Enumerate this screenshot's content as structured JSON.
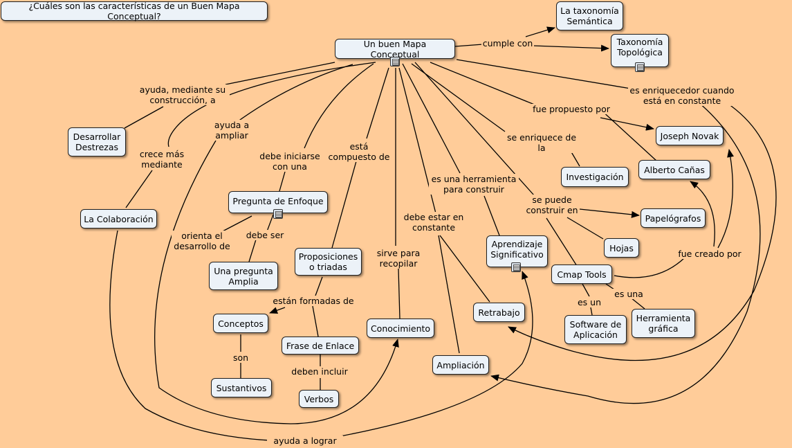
{
  "title": "¿Cuáles son las características de un Buen Mapa Conceptual?",
  "concepts": {
    "main": "Un buen Mapa Conceptual",
    "tax_sem": "La taxonomía\nSemántica",
    "tax_top": "Taxonomía\nTopológica",
    "joseph": "Joseph Novak",
    "alberto": "Alberto Cañas",
    "investigacion": "Investigación",
    "desarrollar": "Desarrollar\nDestrezas",
    "colaboracion": "La Colaboración",
    "pregunta": "Pregunta de Enfoque",
    "una_pregunta": "Una pregunta\nAmplia",
    "proposiciones": "Proposiciones\no triadas",
    "conceptos": "Conceptos",
    "sustantivos": "Sustantivos",
    "frase": "Frase de Enlace",
    "verbos": "Verbos",
    "conocimiento": "Conocimiento",
    "ampliacion": "Ampliación",
    "retrabajo": "Retrabajo",
    "aprendizaje": "Aprendizaje\nSignificativo",
    "papelografos": "Papelógrafos",
    "hojas": "Hojas",
    "cmap": "Cmap Tools",
    "software": "Software de\nAplicación",
    "herramienta": "Herramienta\ngráfica"
  },
  "links": {
    "cumple": "cumple con",
    "ayuda_construccion": "ayuda, mediante su\nconstrucción, a",
    "ayuda_ampliar": "ayuda a\nampliar",
    "crece": "crece más\nmediante",
    "debe_iniciarse": "debe iniciarse\ncon una",
    "compuesto": "está\ncompuesto de",
    "herramienta_construir": "es una herramienta\npara construir",
    "enriquece": "se enriquece de la",
    "propuesto": "fue propuesto por",
    "enriquecedor": "es enriquecedor cuando\nestá en constante",
    "puede_construir": "se puede\nconstruir en",
    "creado": "fue creado por",
    "orienta": "orienta el\ndesarrollo de",
    "debe_ser": "debe ser",
    "formadas": "están formadas de",
    "son": "son",
    "deben_incluir": "deben incluir",
    "sirve": "sirve para\nrecopilar",
    "constante": "debe estar en\nconstante",
    "es_un": "es un",
    "es_una": "es una",
    "lograr": "ayuda a lograr"
  },
  "icons": [
    "resource-document-icon"
  ]
}
